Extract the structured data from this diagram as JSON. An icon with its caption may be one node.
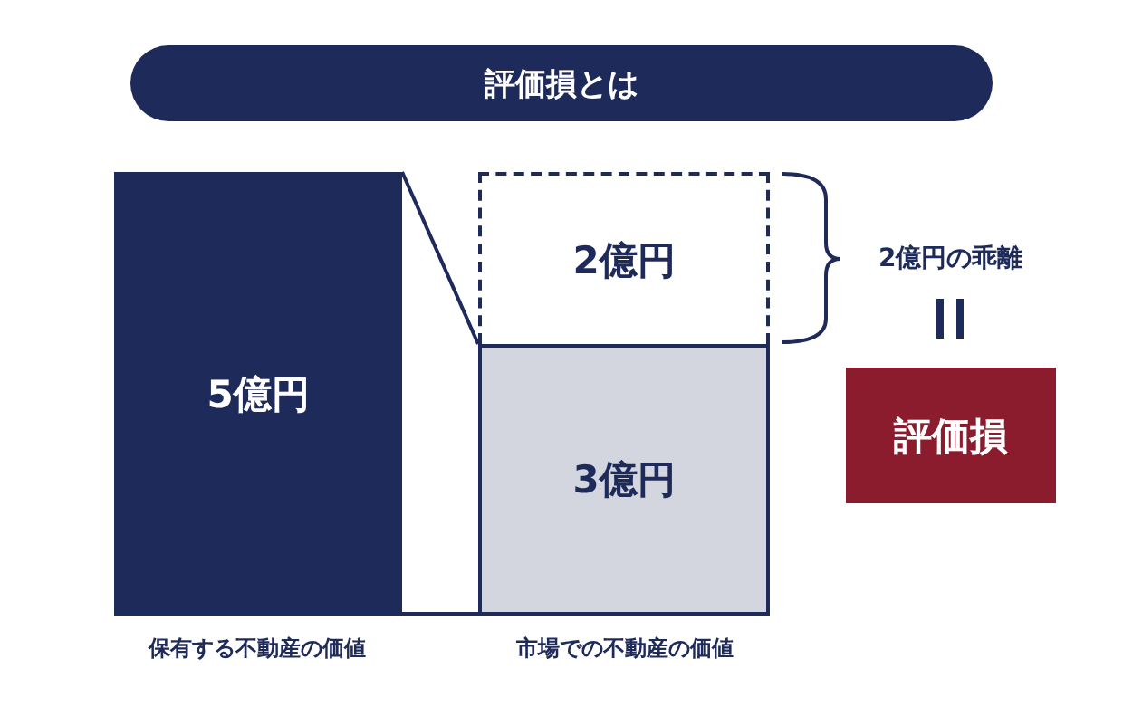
{
  "diagram": {
    "title": "評価損とは",
    "nodes": [
      {
        "text": [
          "5億円"
        ]
      },
      {
        "text": [
          "2億円"
        ]
      },
      {
        "text": [
          "3億円"
        ]
      },
      {
        "text": [
          "評価損"
        ]
      }
    ],
    "edges": [
      {
        "from": 0,
        "to": 1,
        "arrow": "none"
      },
      {
        "from": 0,
        "to": 2,
        "arrow": "none"
      }
    ],
    "labels": [
      "2億円の乖離",
      "保有する不動産の価値",
      "市場での不動産の価値"
    ]
  }
}
